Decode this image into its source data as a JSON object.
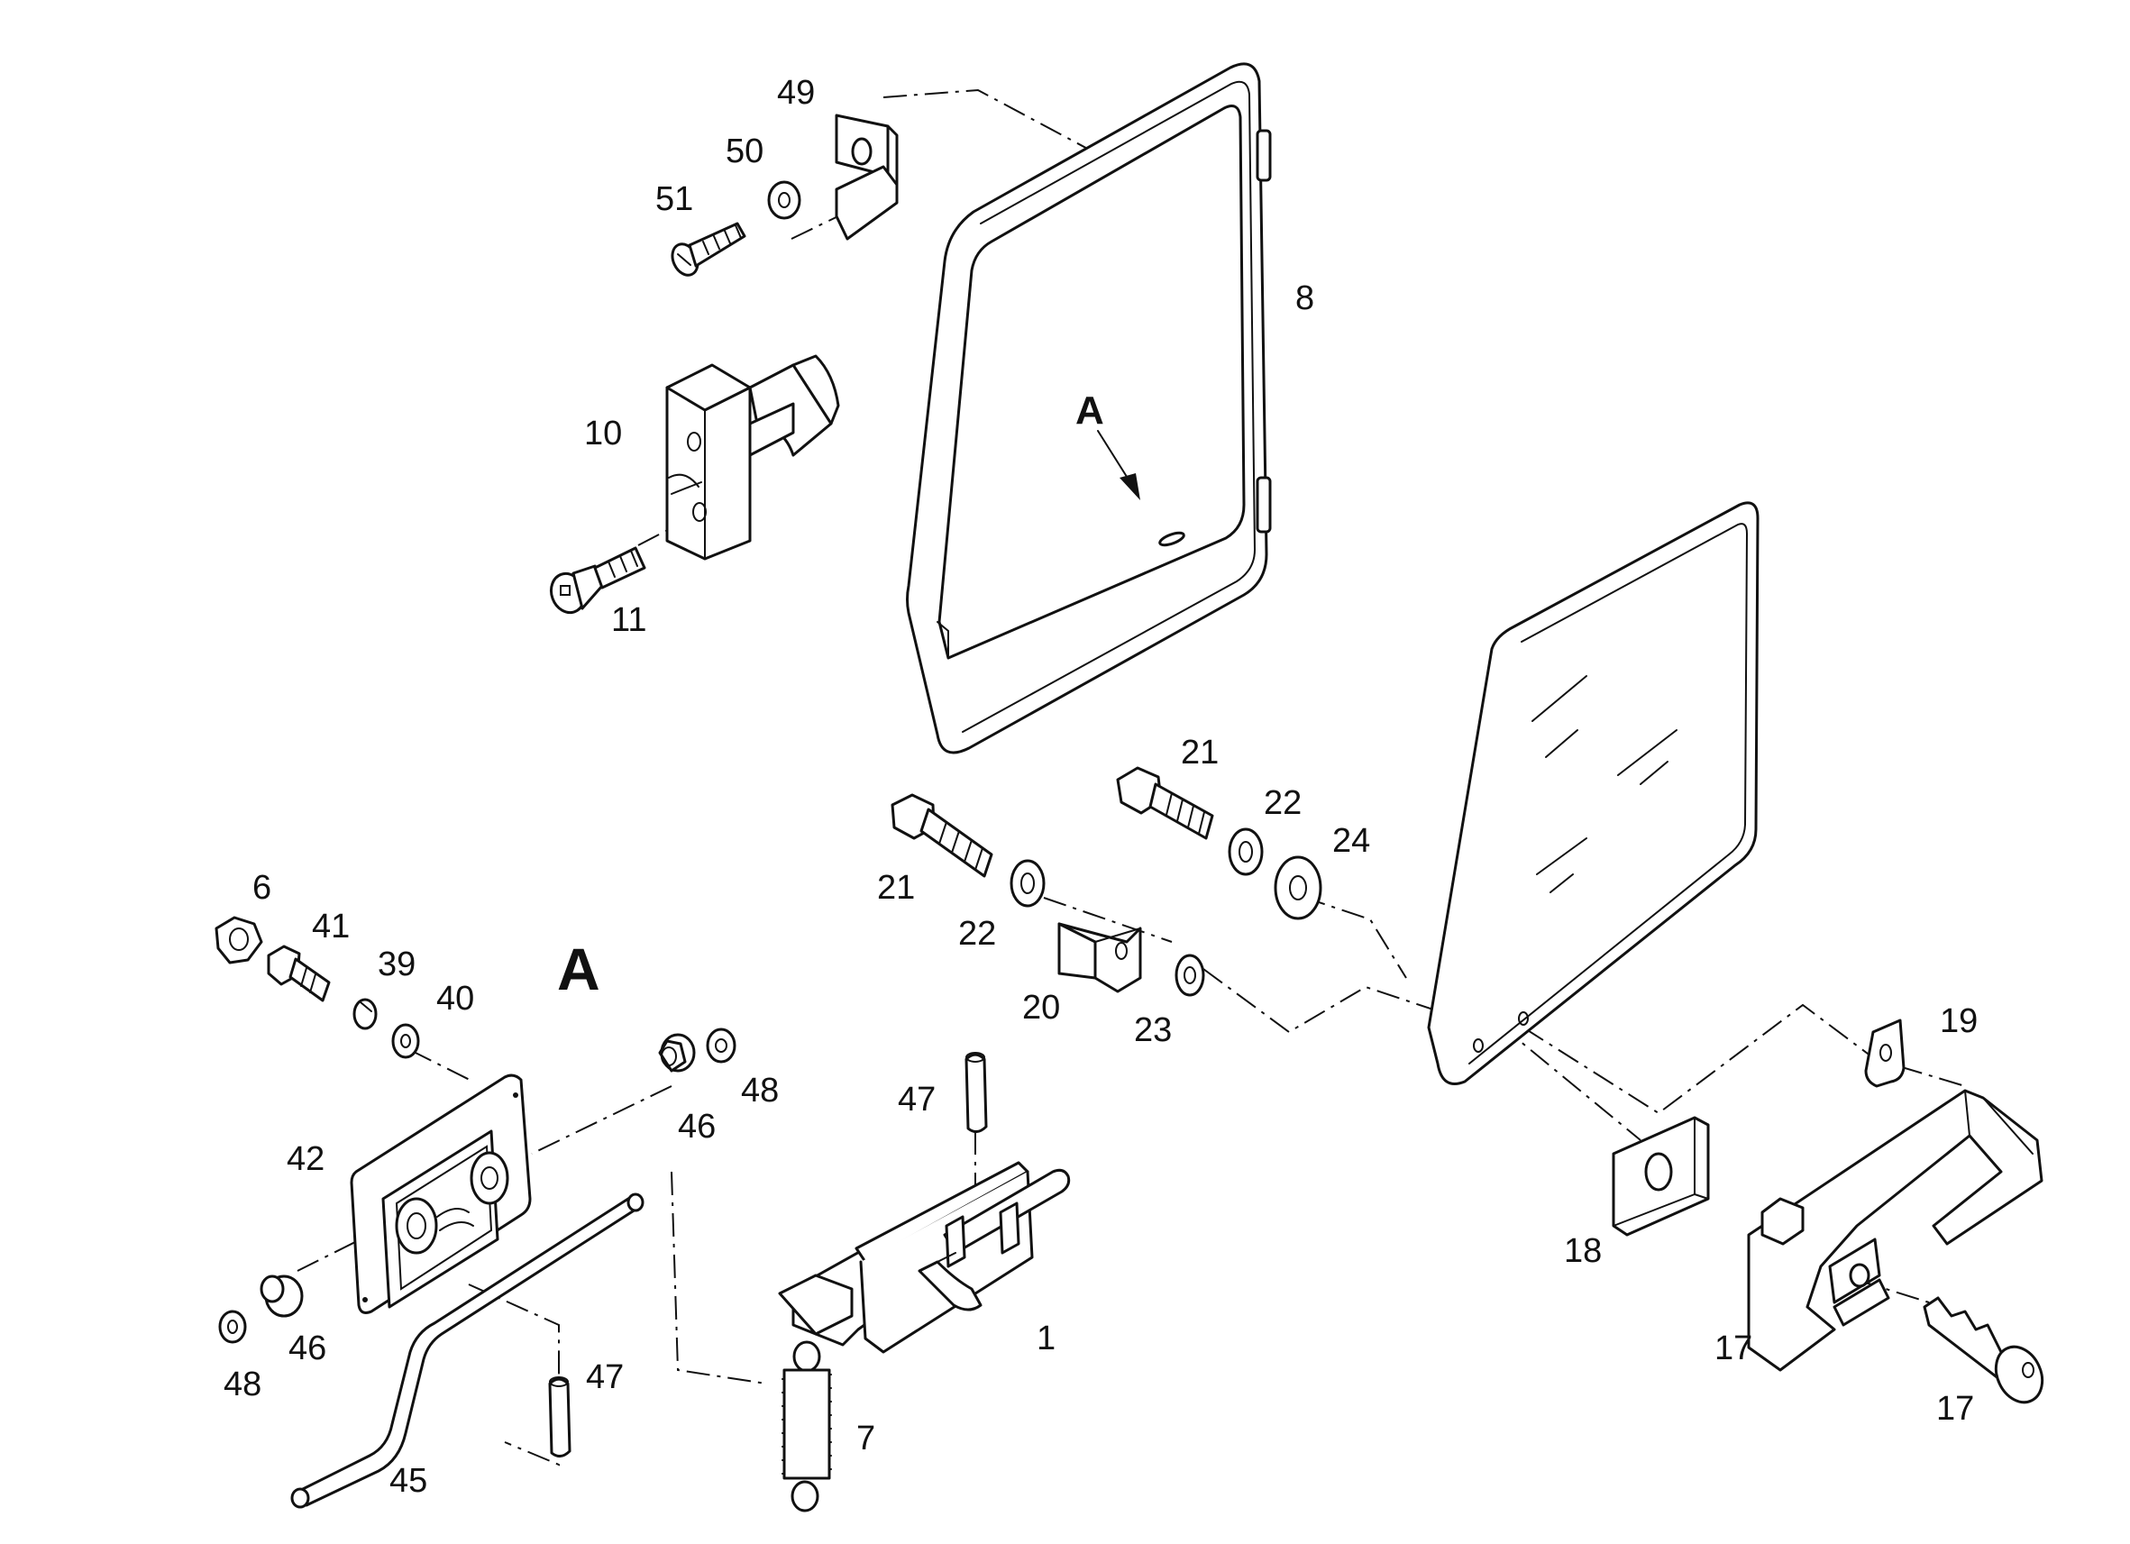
{
  "callouts": [
    {
      "id": "c49",
      "text": "49"
    },
    {
      "id": "c50",
      "text": "50"
    },
    {
      "id": "c51",
      "text": "51"
    },
    {
      "id": "c8",
      "text": "8"
    },
    {
      "id": "c10",
      "text": "10"
    },
    {
      "id": "c11",
      "text": "11"
    },
    {
      "id": "c21a",
      "text": "21"
    },
    {
      "id": "c22a",
      "text": "22"
    },
    {
      "id": "c24",
      "text": "24"
    },
    {
      "id": "c21b",
      "text": "21"
    },
    {
      "id": "c22b",
      "text": "22"
    },
    {
      "id": "c20",
      "text": "20"
    },
    {
      "id": "c23",
      "text": "23"
    },
    {
      "id": "c6",
      "text": "6"
    },
    {
      "id": "c41",
      "text": "41"
    },
    {
      "id": "c39",
      "text": "39"
    },
    {
      "id": "c40",
      "text": "40"
    },
    {
      "id": "c48a",
      "text": "48"
    },
    {
      "id": "c46a",
      "text": "46"
    },
    {
      "id": "c47a",
      "text": "47"
    },
    {
      "id": "c42",
      "text": "42"
    },
    {
      "id": "c46b",
      "text": "46"
    },
    {
      "id": "c48b",
      "text": "48"
    },
    {
      "id": "c47b",
      "text": "47"
    },
    {
      "id": "c45",
      "text": "45"
    },
    {
      "id": "c7",
      "text": "7"
    },
    {
      "id": "c1",
      "text": "1"
    },
    {
      "id": "c19",
      "text": "19"
    },
    {
      "id": "c18",
      "text": "18"
    },
    {
      "id": "c17a",
      "text": "17"
    },
    {
      "id": "c17b",
      "text": "17"
    }
  ],
  "detail_markers": {
    "on_door": "A",
    "detail_view": "A"
  }
}
